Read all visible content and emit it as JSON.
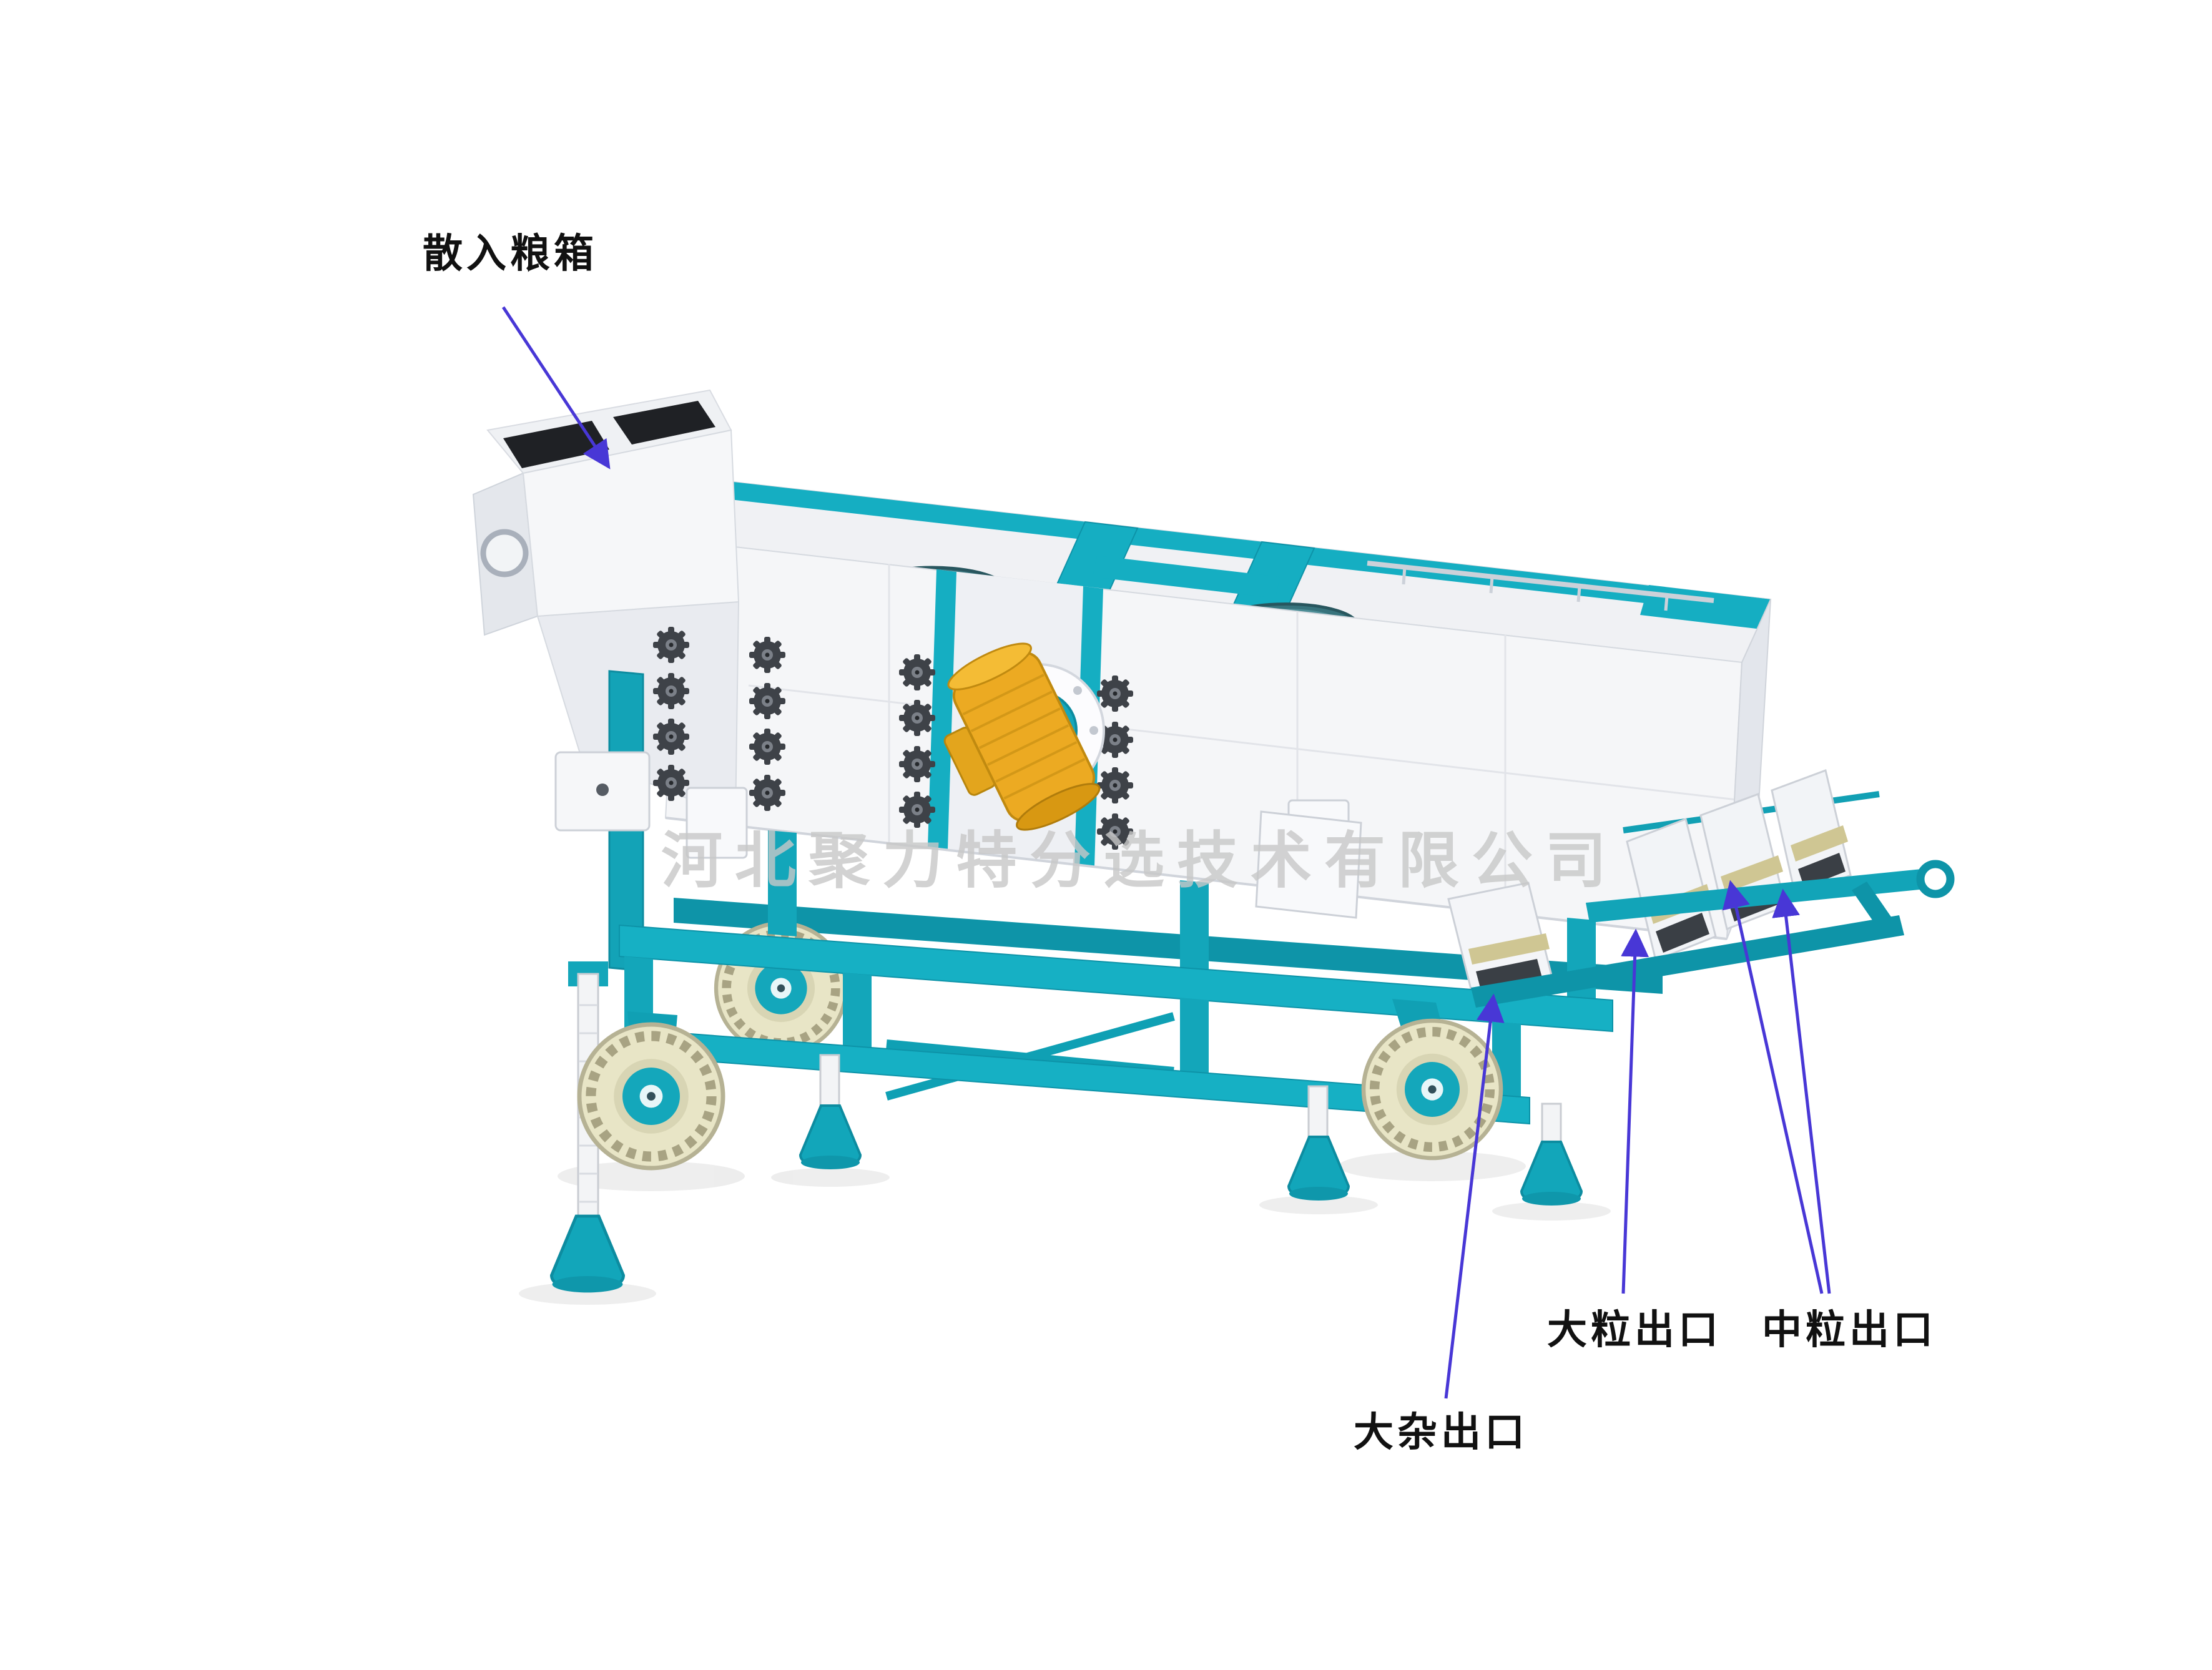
{
  "watermark": "河北聚力特分选技术有限公司",
  "labels": {
    "inlet_hopper": "散入粮箱",
    "large_impurity_outlet": "大杂出口",
    "large_grain_outlet": "大粒出口",
    "medium_grain_outlet": "中粒出口"
  },
  "colors": {
    "frame_teal": "#15aec2",
    "frame_teal_dark": "#0e94a8",
    "body_white": "#f5f6f8",
    "motor_yellow": "#ecaa22",
    "manhole_teal": "#37737c",
    "tire_khaki": "#e8e5c6",
    "annotation_arrow": "#4837d6",
    "label_text": "#111111",
    "watermark_gray": "#c8c8c8"
  }
}
